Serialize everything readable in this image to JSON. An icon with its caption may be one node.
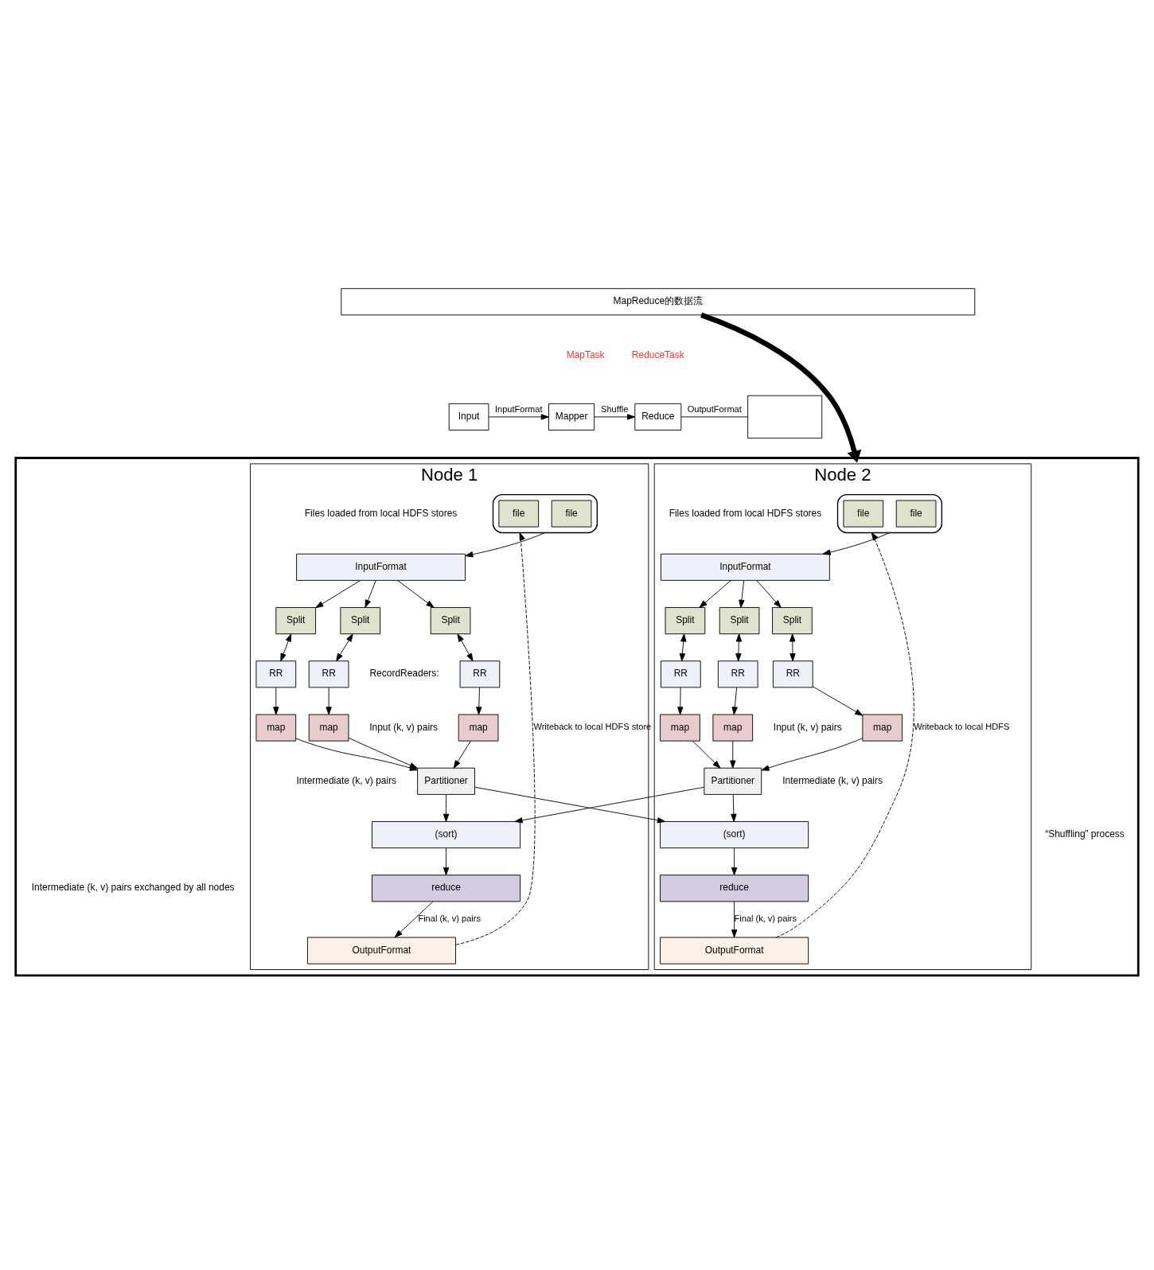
{
  "diagram": {
    "nodes": [
      {
        "text": [
          "MapReduce的数据流"
        ]
      },
      {
        "text": [
          "Input"
        ]
      },
      {
        "text": [
          "Mapper"
        ]
      },
      {
        "text": [
          "Reduce"
        ]
      },
      {
        "text": [],
        "shape": "box"
      },
      {
        "text": [],
        "shape": "box"
      },
      {
        "text": [
          "Node 1"
        ],
        "in": 5
      },
      {
        "text": [],
        "shape": "cylinder",
        "in": 6
      },
      {
        "text": [
          "file"
        ],
        "in": 7
      },
      {
        "text": [
          "file"
        ],
        "in": 7
      },
      {
        "text": [
          "InputFormat"
        ],
        "in": 6
      },
      {
        "text": [
          "Split"
        ],
        "in": 6
      },
      {
        "text": [
          "Split"
        ],
        "in": 6
      },
      {
        "text": [
          "Split"
        ],
        "in": 6
      },
      {
        "text": [
          "RR"
        ],
        "in": 6
      },
      {
        "text": [
          "RR"
        ],
        "in": 6
      },
      {
        "text": [
          "RR"
        ],
        "in": 6
      },
      {
        "text": [
          "map"
        ],
        "in": 6
      },
      {
        "text": [
          "map"
        ],
        "in": 6
      },
      {
        "text": [
          "map"
        ],
        "in": 6
      },
      {
        "text": [
          "Partitioner"
        ],
        "in": 6
      },
      {
        "text": [
          "(sort)"
        ],
        "in": 6
      },
      {
        "text": [
          "reduce"
        ],
        "in": 6
      },
      {
        "text": [
          "OutputFormat"
        ],
        "in": 6
      },
      {
        "text": [
          "Node 2"
        ],
        "in": 5
      },
      {
        "text": [
          "InputFormat"
        ],
        "in": 24
      },
      {
        "text": [
          "Split"
        ],
        "in": 24
      },
      {
        "text": [
          "Split"
        ],
        "in": 24
      },
      {
        "text": [
          "Split"
        ],
        "in": 24
      },
      {
        "text": [
          "RR"
        ],
        "in": 24
      },
      {
        "text": [
          "RR"
        ],
        "in": 24
      },
      {
        "text": [
          "RR"
        ],
        "in": 24
      },
      {
        "text": [
          "map"
        ],
        "in": 24
      },
      {
        "text": [
          "map"
        ],
        "in": 24
      },
      {
        "text": [
          "map"
        ],
        "in": 24
      },
      {
        "text": [
          "Partitioner"
        ],
        "in": 24
      },
      {
        "text": [
          "(sort)"
        ],
        "in": 24
      },
      {
        "text": [
          "reduce"
        ],
        "in": 24
      },
      {
        "text": [
          "OutputFormat"
        ],
        "in": 24
      },
      {
        "text": [],
        "shape": "cylinder",
        "in": 24
      },
      {
        "text": [
          "file"
        ],
        "in": 39
      },
      {
        "text": [
          "file"
        ],
        "in": 39
      }
    ],
    "edges": [
      {
        "from": 1,
        "to": 2,
        "arrow": "to",
        "label": "InputFormat"
      },
      {
        "from": 2,
        "to": 3,
        "arrow": "to",
        "label": "Shuffle"
      },
      {
        "from": 3,
        "to": 4,
        "arrow": "none",
        "label": "OutputFormat"
      },
      {
        "from": 0,
        "to": 5,
        "arrow": "to",
        "style": "thick"
      },
      {
        "from": 7,
        "to": 10,
        "arrow": "to"
      },
      {
        "from": 10,
        "to": 11,
        "arrow": "to"
      },
      {
        "from": 10,
        "to": 12,
        "arrow": "to"
      },
      {
        "from": 10,
        "to": 13,
        "arrow": "to"
      },
      {
        "from": 11,
        "to": 14,
        "arrow": "both"
      },
      {
        "from": 12,
        "to": 15,
        "arrow": "both"
      },
      {
        "from": 13,
        "to": 16,
        "arrow": "both"
      },
      {
        "from": 14,
        "to": 17,
        "arrow": "to"
      },
      {
        "from": 15,
        "to": 18,
        "arrow": "to"
      },
      {
        "from": 16,
        "to": 19,
        "arrow": "to"
      },
      {
        "from": 17,
        "to": 20,
        "arrow": "to"
      },
      {
        "from": 18,
        "to": 20,
        "arrow": "to"
      },
      {
        "from": 19,
        "to": 20,
        "arrow": "to"
      },
      {
        "from": 20,
        "to": 21,
        "arrow": "to"
      },
      {
        "from": 20,
        "to": 36,
        "arrow": "to"
      },
      {
        "from": 21,
        "to": 22,
        "arrow": "to"
      },
      {
        "from": 22,
        "to": 23,
        "arrow": "to",
        "label": "Final (k, v) pairs"
      },
      {
        "from": 23,
        "to": 7,
        "arrow": "to",
        "style": "dashed",
        "label": "Writeback to local HDFS store"
      },
      {
        "from": 39,
        "to": 25,
        "arrow": "to"
      },
      {
        "from": 25,
        "to": 26,
        "arrow": "to"
      },
      {
        "from": 25,
        "to": 27,
        "arrow": "to"
      },
      {
        "from": 25,
        "to": 28,
        "arrow": "to"
      },
      {
        "from": 26,
        "to": 29,
        "arrow": "both"
      },
      {
        "from": 27,
        "to": 30,
        "arrow": "both"
      },
      {
        "from": 28,
        "to": 31,
        "arrow": "both"
      },
      {
        "from": 29,
        "to": 32,
        "arrow": "to"
      },
      {
        "from": 30,
        "to": 33,
        "arrow": "to"
      },
      {
        "from": 31,
        "to": 34,
        "arrow": "to"
      },
      {
        "from": 32,
        "to": 35,
        "arrow": "to"
      },
      {
        "from": 33,
        "to": 35,
        "arrow": "to"
      },
      {
        "from": 34,
        "to": 35,
        "arrow": "to"
      },
      {
        "from": 35,
        "to": 36,
        "arrow": "to"
      },
      {
        "from": 35,
        "to": 21,
        "arrow": "to"
      },
      {
        "from": 36,
        "to": 37,
        "arrow": "to"
      },
      {
        "from": 37,
        "to": 38,
        "arrow": "to",
        "label": "Final (k, v) pairs"
      },
      {
        "from": 38,
        "to": 39,
        "arrow": "to",
        "style": "dashed",
        "label": "Writeback to local HDFS"
      }
    ],
    "labels": [
      "MapTask",
      "ReduceTask",
      "Files loaded from local HDFS stores",
      "RecordReaders:",
      "Input (k, v) pairs",
      "Intermediate (k, v) pairs",
      "Files loaded from local HDFS stores",
      "Input (k, v) pairs",
      "Intermediate (k, v) pairs",
      "“Shuffling” process",
      "Intermediate (k, v) pairs exchanged by all nodes"
    ]
  }
}
